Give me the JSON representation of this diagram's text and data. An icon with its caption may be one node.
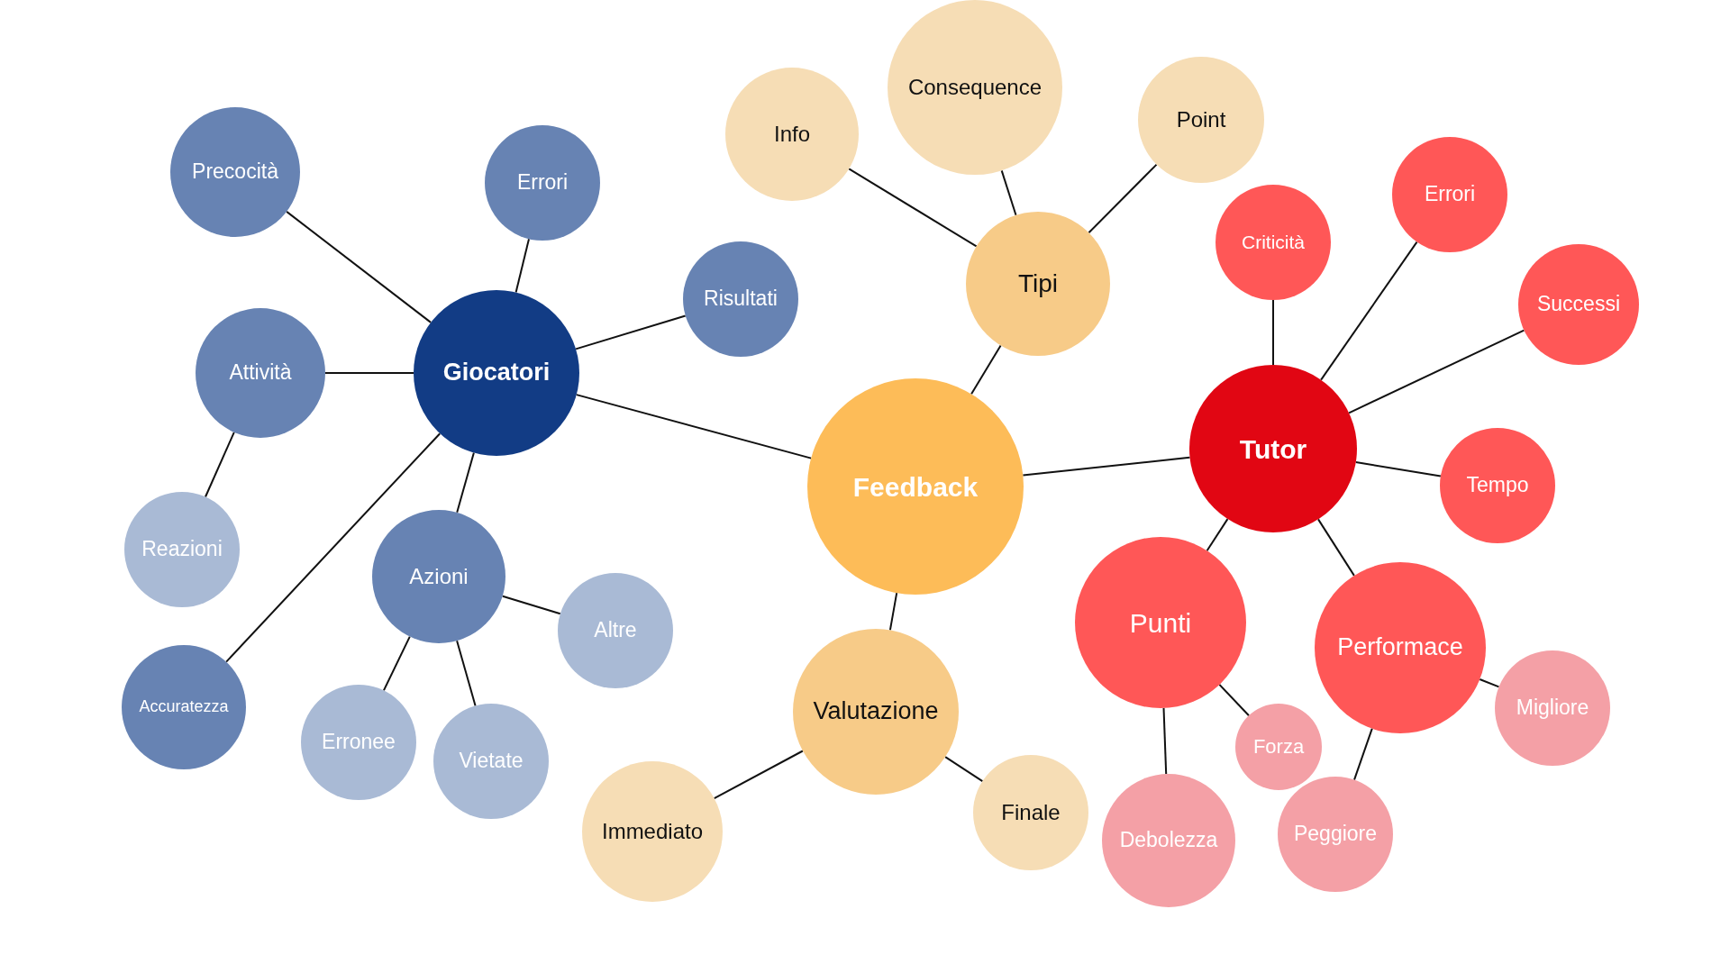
{
  "diagram": {
    "nodes": [
      {
        "text": [
          "Feedback"
        ]
      },
      {
        "text": [
          "Giocatori"
        ]
      },
      {
        "text": [
          "Precocità"
        ]
      },
      {
        "text": [
          "Errori"
        ]
      },
      {
        "text": [
          "Risultati"
        ]
      },
      {
        "text": [
          "Attività"
        ]
      },
      {
        "text": [
          "Reazioni"
        ]
      },
      {
        "text": [
          "Accuratezza"
        ]
      },
      {
        "text": [
          "Azioni"
        ]
      },
      {
        "text": [
          "Altre"
        ]
      },
      {
        "text": [
          "Erronee"
        ]
      },
      {
        "text": [
          "Vietate"
        ]
      },
      {
        "text": [
          "Tipi"
        ]
      },
      {
        "text": [
          "Info"
        ]
      },
      {
        "text": [
          "Consequence"
        ]
      },
      {
        "text": [
          "Point"
        ]
      },
      {
        "text": [
          "Tutor"
        ]
      },
      {
        "text": [
          "Criticità"
        ]
      },
      {
        "text": [
          "Errori"
        ]
      },
      {
        "text": [
          "Successi"
        ]
      },
      {
        "text": [
          "Tempo"
        ]
      },
      {
        "text": [
          "Punti"
        ]
      },
      {
        "text": [
          "Forza"
        ]
      },
      {
        "text": [
          "Debolezza"
        ]
      },
      {
        "text": [
          "Performace"
        ]
      },
      {
        "text": [
          "Migliore"
        ]
      },
      {
        "text": [
          "Peggiore"
        ]
      },
      {
        "text": [
          "Valutazione"
        ]
      },
      {
        "text": [
          "Immediato"
        ]
      },
      {
        "text": [
          "Finale"
        ]
      }
    ],
    "edges": [
      {
        "from": 0,
        "to": 1,
        "arrow": "none"
      },
      {
        "from": 0,
        "to": 12,
        "arrow": "none"
      },
      {
        "from": 0,
        "to": 16,
        "arrow": "none"
      },
      {
        "from": 0,
        "to": 27,
        "arrow": "none"
      },
      {
        "from": 1,
        "to": 2,
        "arrow": "none"
      },
      {
        "from": 1,
        "to": 3,
        "arrow": "none"
      },
      {
        "from": 1,
        "to": 4,
        "arrow": "none"
      },
      {
        "from": 1,
        "to": 5,
        "arrow": "none"
      },
      {
        "from": 1,
        "to": 7,
        "arrow": "none"
      },
      {
        "from": 1,
        "to": 8,
        "arrow": "none"
      },
      {
        "from": 5,
        "to": 6,
        "arrow": "none"
      },
      {
        "from": 8,
        "to": 9,
        "arrow": "none"
      },
      {
        "from": 8,
        "to": 10,
        "arrow": "none"
      },
      {
        "from": 8,
        "to": 11,
        "arrow": "none"
      },
      {
        "from": 12,
        "to": 13,
        "arrow": "none"
      },
      {
        "from": 12,
        "to": 14,
        "arrow": "none"
      },
      {
        "from": 12,
        "to": 15,
        "arrow": "none"
      },
      {
        "from": 16,
        "to": 17,
        "arrow": "none"
      },
      {
        "from": 16,
        "to": 18,
        "arrow": "none"
      },
      {
        "from": 16,
        "to": 19,
        "arrow": "none"
      },
      {
        "from": 16,
        "to": 20,
        "arrow": "none"
      },
      {
        "from": 16,
        "to": 21,
        "arrow": "none"
      },
      {
        "from": 16,
        "to": 24,
        "arrow": "none"
      },
      {
        "from": 21,
        "to": 22,
        "arrow": "none"
      },
      {
        "from": 21,
        "to": 23,
        "arrow": "none"
      },
      {
        "from": 24,
        "to": 25,
        "arrow": "none"
      },
      {
        "from": 24,
        "to": 26,
        "arrow": "none"
      },
      {
        "from": 27,
        "to": 28,
        "arrow": "none"
      },
      {
        "from": 27,
        "to": 29,
        "arrow": "none"
      }
    ]
  }
}
